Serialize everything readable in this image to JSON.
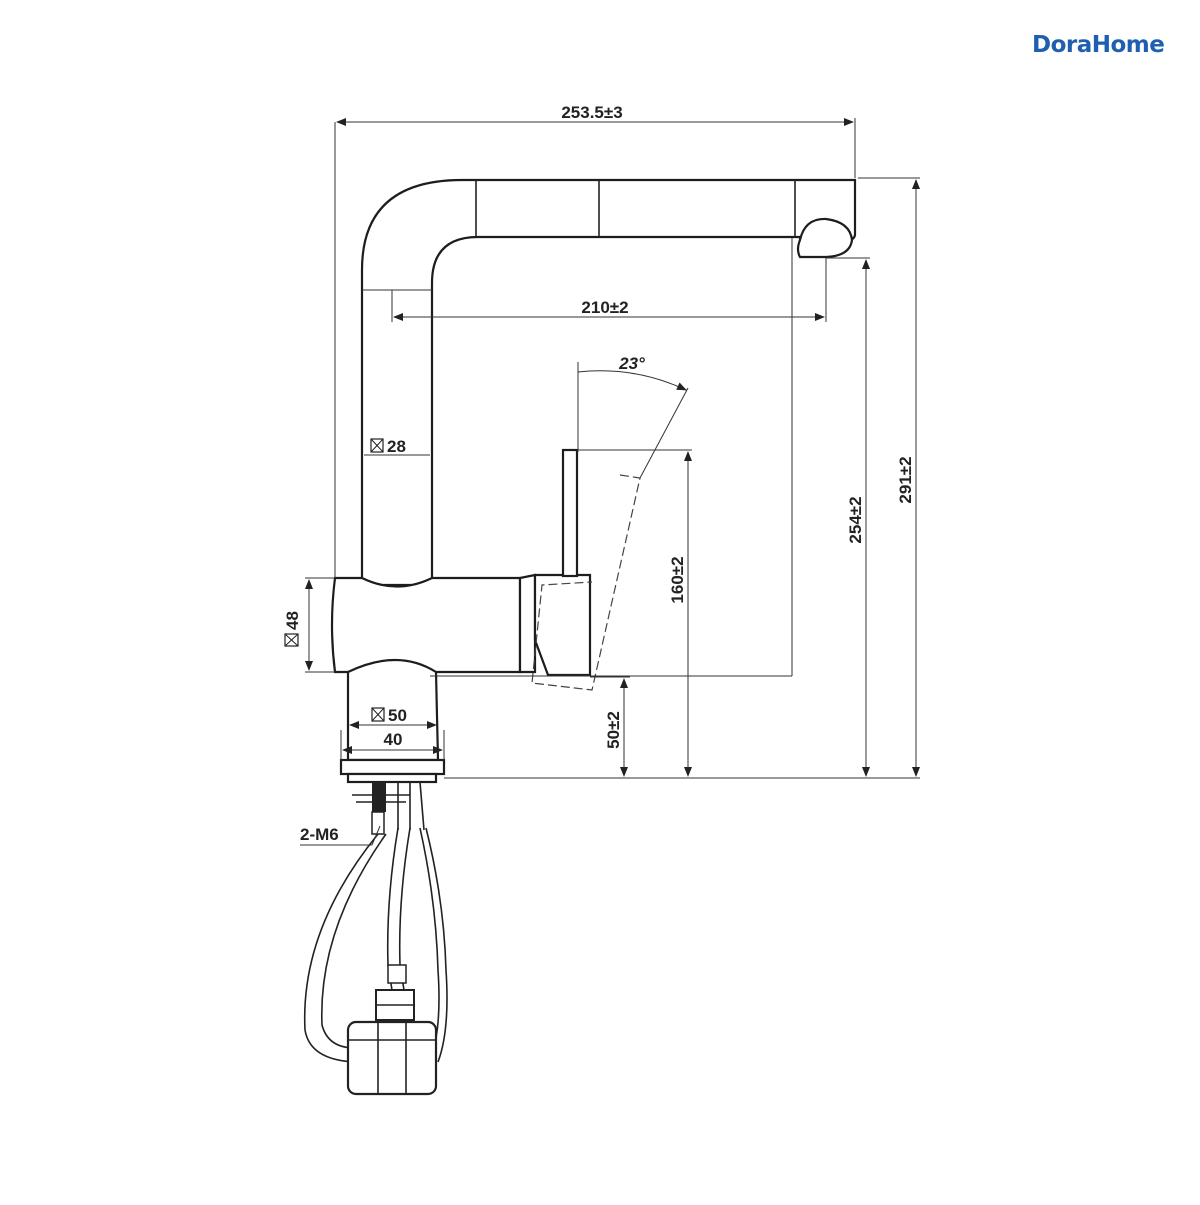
{
  "brand": {
    "name": "DoraHome",
    "color": "#1f5fb0"
  },
  "drawing": {
    "dimensions": {
      "overall_reach": "253.5±3",
      "spout_reach": "210±2",
      "lever_angle": "23°",
      "pipe_diameter": "28",
      "body_diameter": "48",
      "base_diameter": "50",
      "base_width": "40",
      "base_height": "50±2",
      "lever_height": "160±2",
      "outlet_height": "254±2",
      "total_height": "291±2",
      "mounting_thread": "2-M6"
    }
  }
}
